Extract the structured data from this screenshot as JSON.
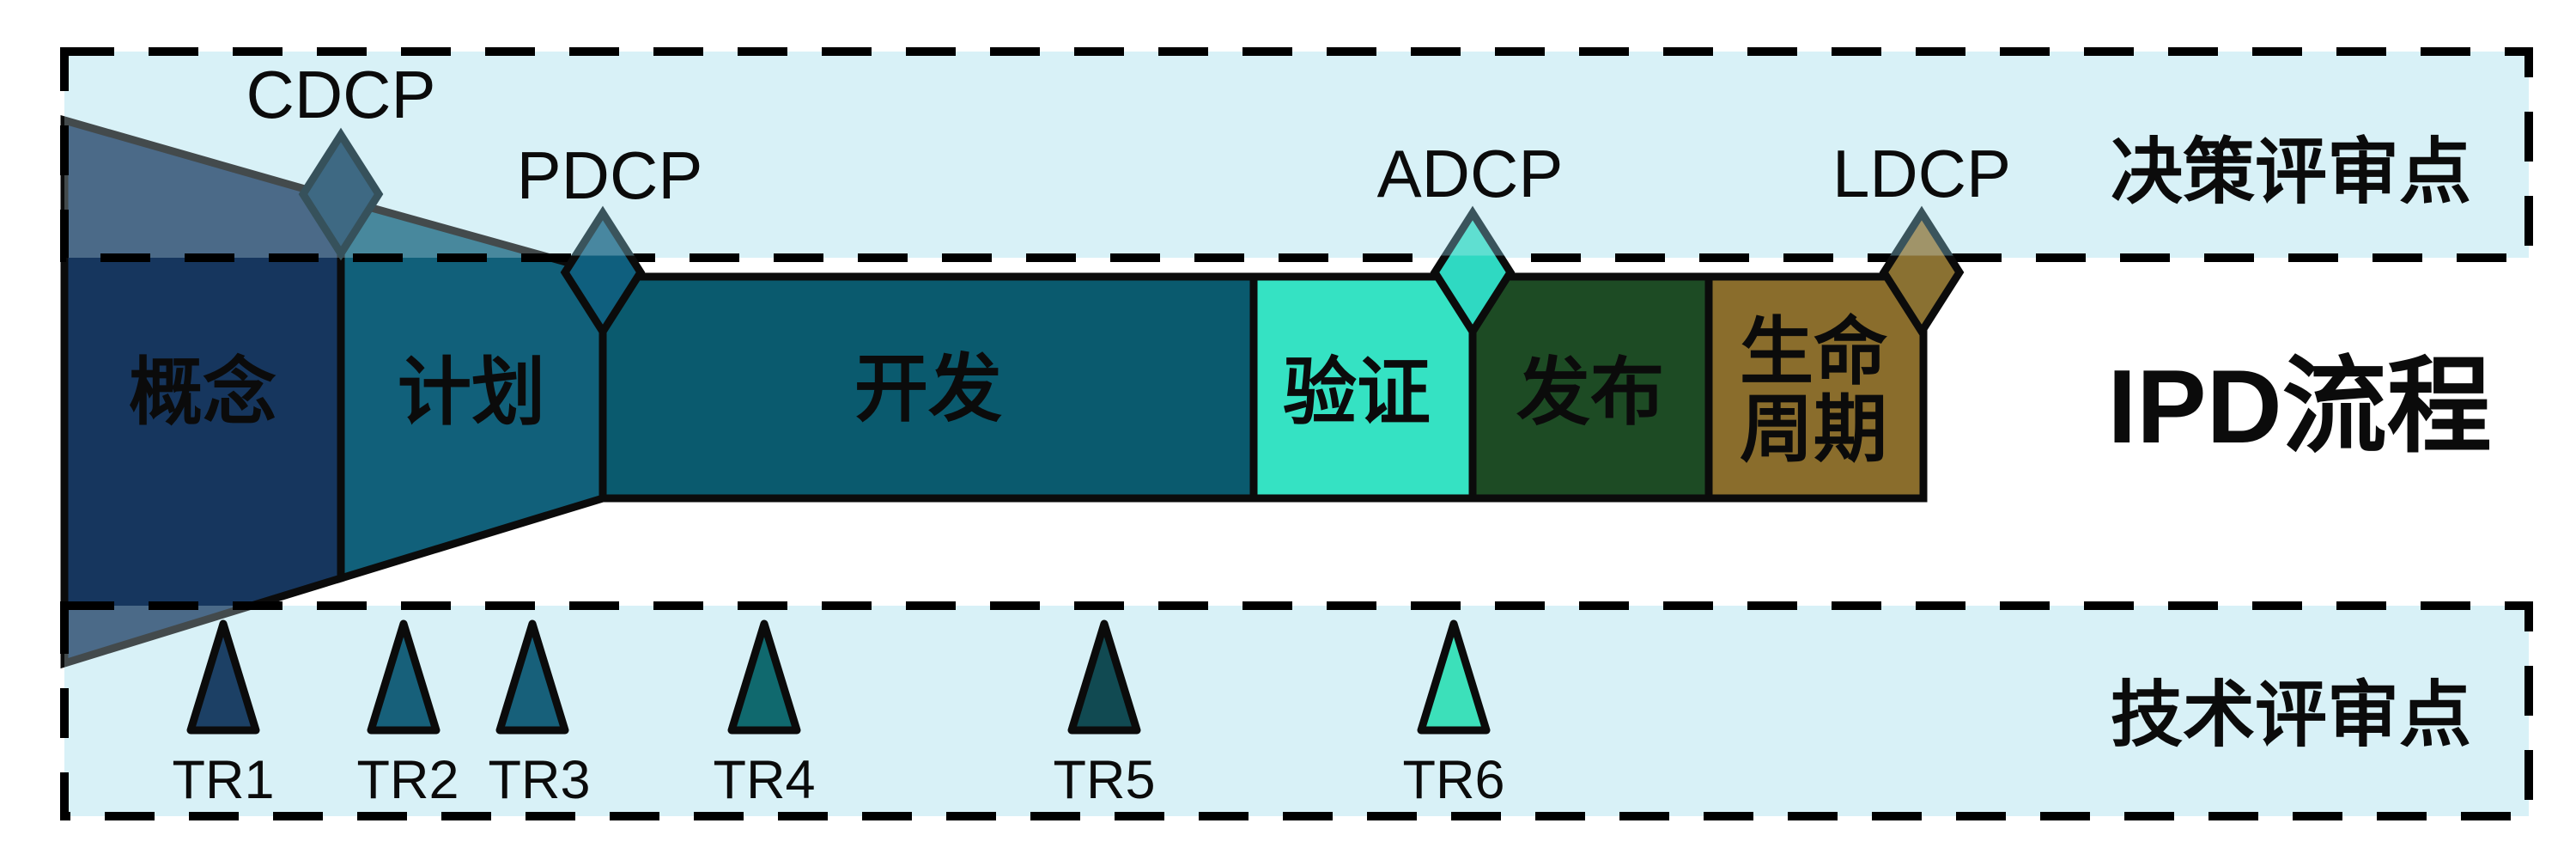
{
  "process_title": "IPD流程",
  "colors": {
    "band_fill": "#D9F1F7",
    "band_tint": "rgba(217,241,247,0.28)",
    "outline": "#0B0B0B",
    "diamond_stroke_top": "#3A545C",
    "muted_stage_text": "#5E686E"
  },
  "decision_band": {
    "label": "决策评审点",
    "checkpoints": [
      {
        "id": "CDCP",
        "fill": "#3E6983",
        "stroke": "#36515B"
      },
      {
        "id": "PDCP",
        "fill": "#0F5F7E",
        "tint": "#4887A0"
      },
      {
        "id": "ADCP",
        "fill": "#2FD9C2",
        "tint": "#5FDFD1"
      },
      {
        "id": "LDCP",
        "fill": "#8A7132",
        "tint": "#A09469"
      }
    ]
  },
  "stages": [
    {
      "label": "概念",
      "fill": "#16365E"
    },
    {
      "label": "计划",
      "fill": "#11607A"
    },
    {
      "label": "开发",
      "fill": "#0A5A6E"
    },
    {
      "label": "验证",
      "fill": "#35E2C3"
    },
    {
      "label": "发布",
      "fill": "#1D4B24"
    },
    {
      "label": "生命周期",
      "line1": "生命",
      "line2": "周期",
      "fill": "#8A6D2C"
    }
  ],
  "technical_band": {
    "label": "技术评审点",
    "checkpoints": [
      {
        "id": "TR1",
        "fill": "#1C4065"
      },
      {
        "id": "TR2",
        "fill": "#17607A"
      },
      {
        "id": "TR3",
        "fill": "#17607A"
      },
      {
        "id": "TR4",
        "fill": "#10696E"
      },
      {
        "id": "TR5",
        "fill": "#114A52"
      },
      {
        "id": "TR6",
        "fill": "#3CE0BA"
      }
    ]
  }
}
